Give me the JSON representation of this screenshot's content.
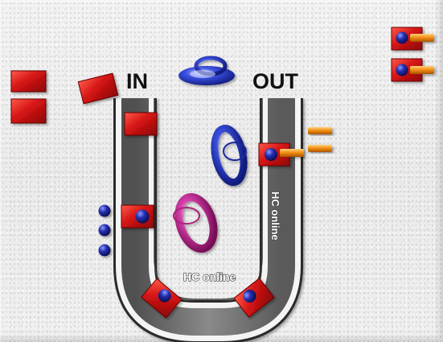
{
  "diagram": {
    "label_in": "IN",
    "label_out": "OUT",
    "track_label_bottom": "HC online",
    "track_label_side": "HC online"
  },
  "colors": {
    "block_red": "#d41414",
    "block_dark": "#8a0808",
    "ball_blue": "#2530b0",
    "bar_orange": "#f08a10",
    "ring_blue": "#2436c8",
    "ring_pink": "#d43ca8",
    "track_gray": "#6a6a6a",
    "track_edge": "#f4f4f4"
  },
  "icons": {
    "blue_disc": "blue-disc-icon",
    "blue_ring": "blue-ring-icon",
    "pink_ring": "pink-ring-icon",
    "red_block": "red-block-icon",
    "blue_ball": "blue-ball-icon",
    "tagged_block": "red-block-orange-bar-icon"
  }
}
